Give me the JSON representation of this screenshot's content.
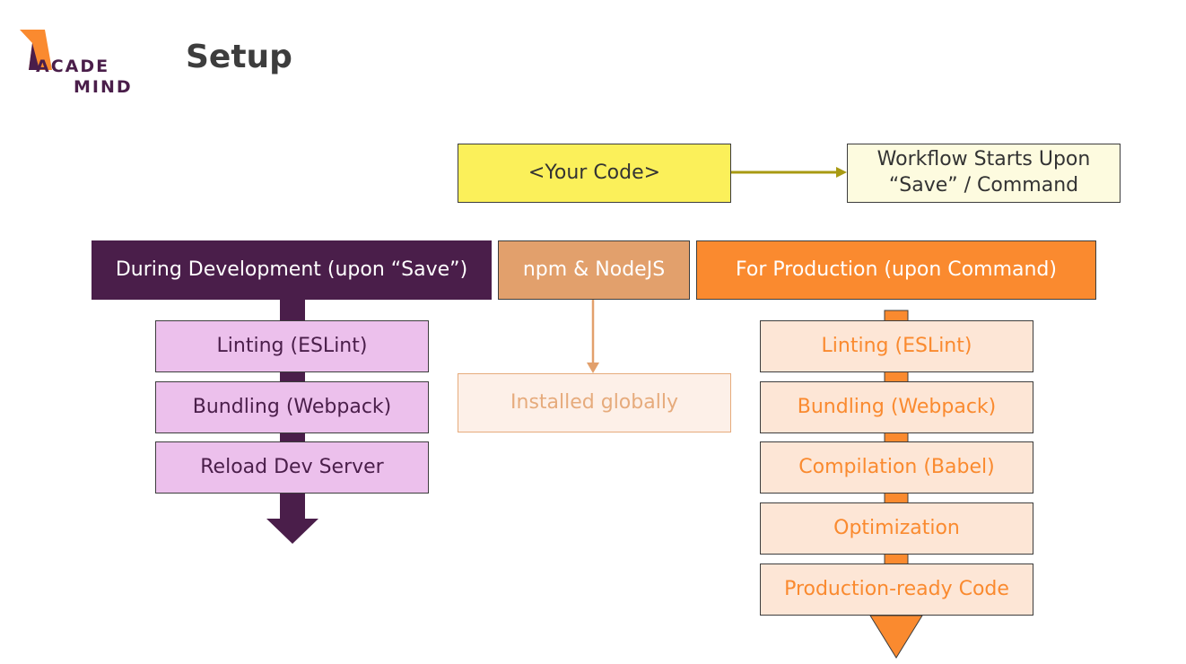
{
  "brand": {
    "logo_line1": "ACADE",
    "logo_line2": "MIND"
  },
  "slide": {
    "title": "Setup"
  },
  "nodes": {
    "your_code": "<Your Code>",
    "workflow_note": "Workflow Starts Upon “Save” / Command",
    "dev_header": "During Development (upon “Save”)",
    "npm_header": "npm & NodeJS",
    "prod_header": "For Production (upon Command)",
    "installed": "Installed globally"
  },
  "dev_steps": [
    "Linting (ESLint)",
    "Bundling (Webpack)",
    "Reload Dev Server"
  ],
  "prod_steps": [
    "Linting (ESLint)",
    "Bundling (Webpack)",
    "Compilation (Babel)",
    "Optimization",
    "Production-ready Code"
  ],
  "colors": {
    "dev_accent": "#4a1e4a",
    "prod_accent": "#fa8a2f",
    "npm_accent": "#e2a06c",
    "code_yellow": "#fbf05a",
    "code_arrow": "#a89a12"
  }
}
